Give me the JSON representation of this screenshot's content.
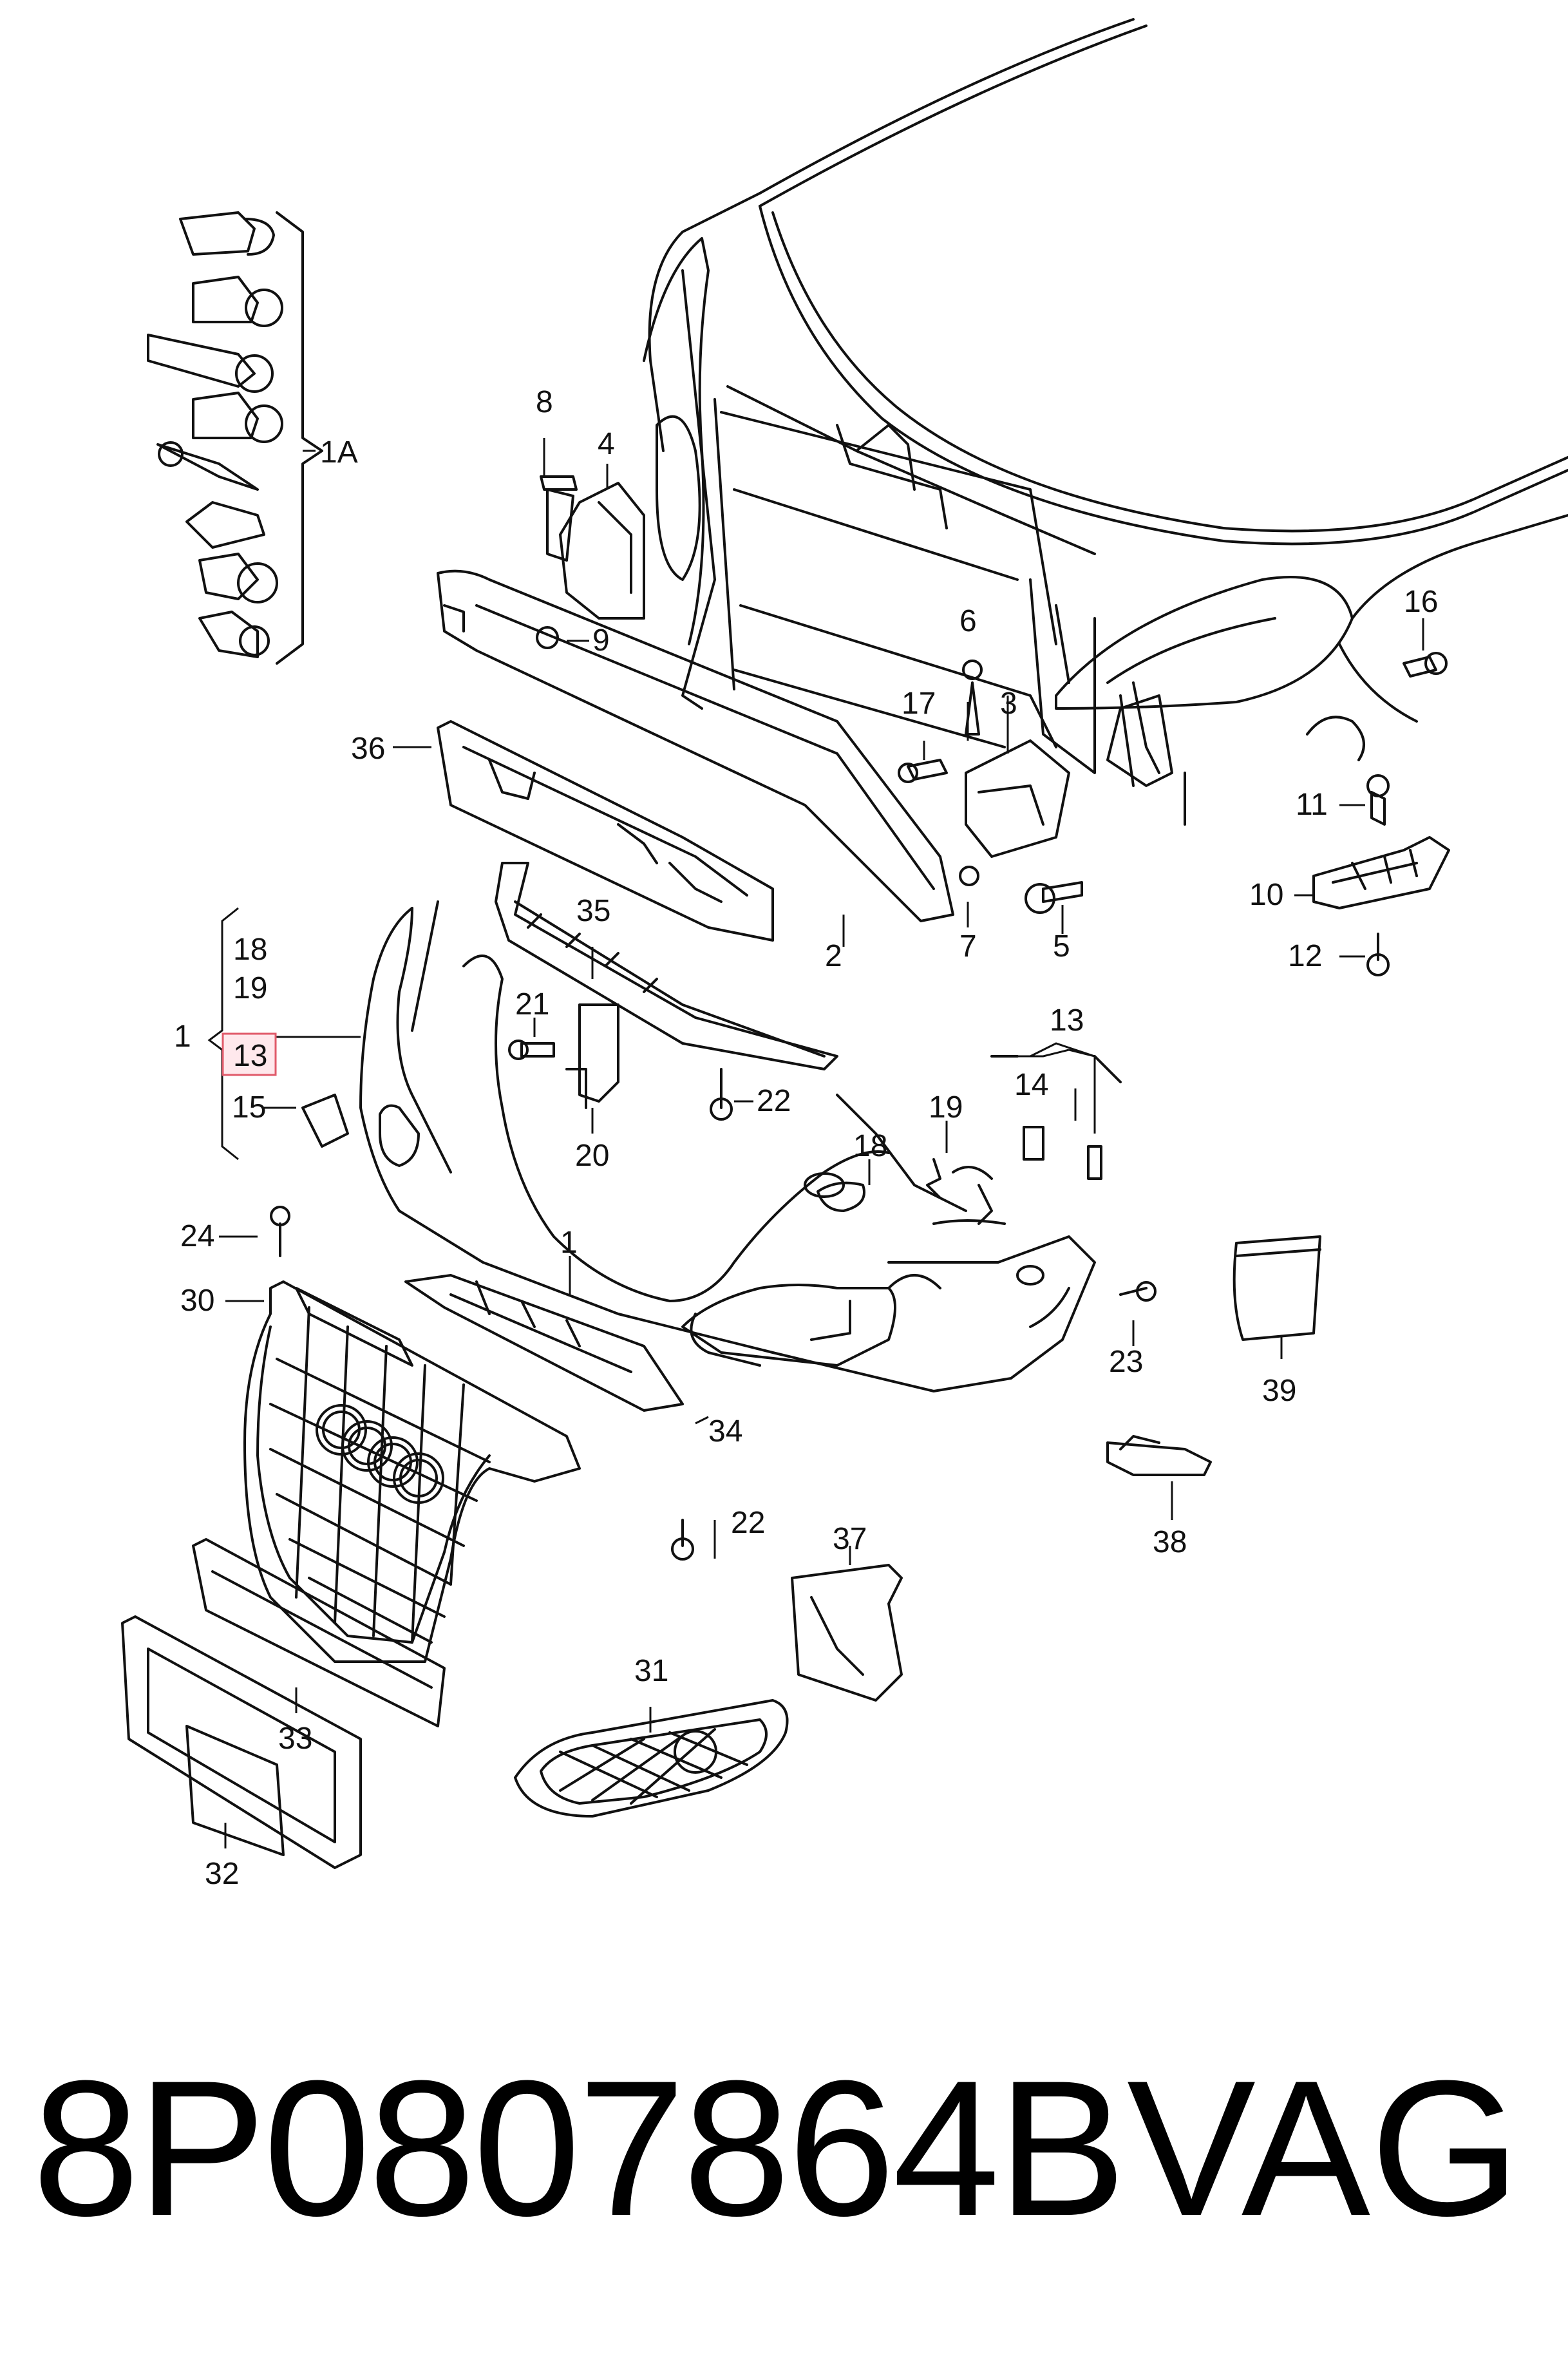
{
  "callouts": {
    "c1A": "1A",
    "c2": "2",
    "c3": "3",
    "c4": "4",
    "c5": "5",
    "c6": "6",
    "c7": "7",
    "c8": "8",
    "c9": "9",
    "c10": "10",
    "c11": "11",
    "c12": "12",
    "c13a": "13",
    "c13b": "13",
    "c14": "14",
    "c15": "15",
    "c16": "16",
    "c17": "17",
    "c18a": "18",
    "c18b": "18",
    "c19a": "19",
    "c19b": "19",
    "c20": "20",
    "c21": "21",
    "c22a": "22",
    "c22b": "22",
    "c23": "23",
    "c24": "24",
    "c30": "30",
    "c31": "31",
    "c32": "32",
    "c33": "33",
    "c34": "34",
    "c35": "35",
    "c36": "36",
    "c37": "37",
    "c38": "38",
    "c39": "39",
    "c1a": "1",
    "c1b": "1"
  },
  "footer": {
    "part_number": "8P0807864B",
    "brand": "VAG"
  },
  "highlight_color": "#e05a6a"
}
